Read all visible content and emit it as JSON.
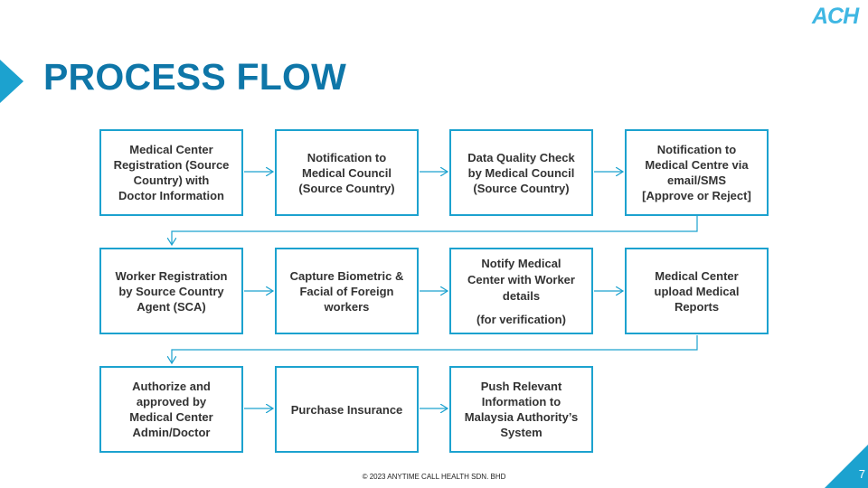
{
  "slide": {
    "title": "PROCESS FLOW",
    "logo_text": "ACH",
    "footer": "© 2023 ANYTIME CALL HEALTH SDN. BHD",
    "page_number": "7"
  },
  "colors": {
    "title": "#0e76a8",
    "box_border": "#1ca2cf",
    "accent": "#1ca2cf",
    "logo": "#3fb7e3"
  },
  "icons": {
    "title_marker": "chevron-right-icon",
    "connector": "arrow-right-icon"
  },
  "flow": {
    "steps": [
      {
        "label": "Medical Center\nRegistration (Source\nCountry) with\nDoctor Information"
      },
      {
        "label": "Notification to\nMedical Council\n(Source Country)"
      },
      {
        "label": "Data Quality Check\nby Medical Council\n(Source Country)"
      },
      {
        "label": "Notification to\nMedical Centre via\nemail/SMS\n[Approve or Reject]"
      },
      {
        "label": "Worker Registration\nby Source Country\nAgent (SCA)"
      },
      {
        "label": "Capture Biometric &\nFacial of Foreign\nworkers"
      },
      {
        "label": "Notify Medical\nCenter with Worker\ndetails",
        "note": "(for verification)"
      },
      {
        "label": "Medical Center\nupload Medical\nReports"
      },
      {
        "label": "Authorize and\napproved by\nMedical Center\nAdmin/Doctor"
      },
      {
        "label": "Purchase Insurance"
      },
      {
        "label": "Push Relevant\nInformation to\nMalaysia Authority’s\nSystem"
      }
    ]
  }
}
